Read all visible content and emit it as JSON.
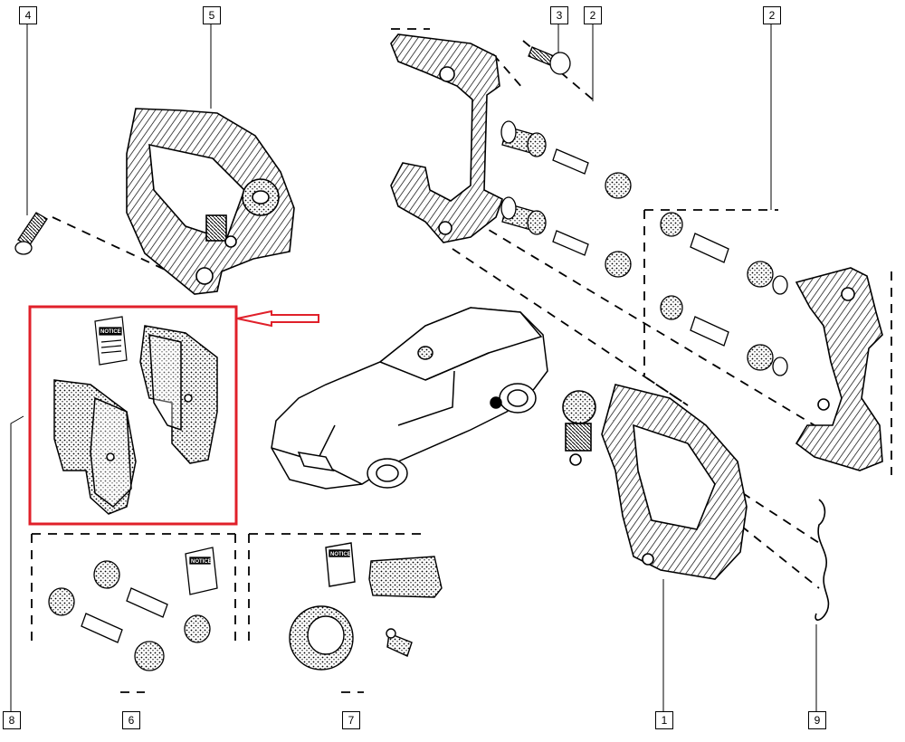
{
  "callouts": {
    "c1": "1",
    "c2a": "2",
    "c2b": "2",
    "c3": "3",
    "c4": "4",
    "c5": "5",
    "c6": "6",
    "c7": "7",
    "c8": "8",
    "c9": "9"
  },
  "booklet_label": "NOTICE",
  "colors": {
    "highlight": "#e0202a",
    "line": "#000000",
    "background": "#ffffff"
  }
}
